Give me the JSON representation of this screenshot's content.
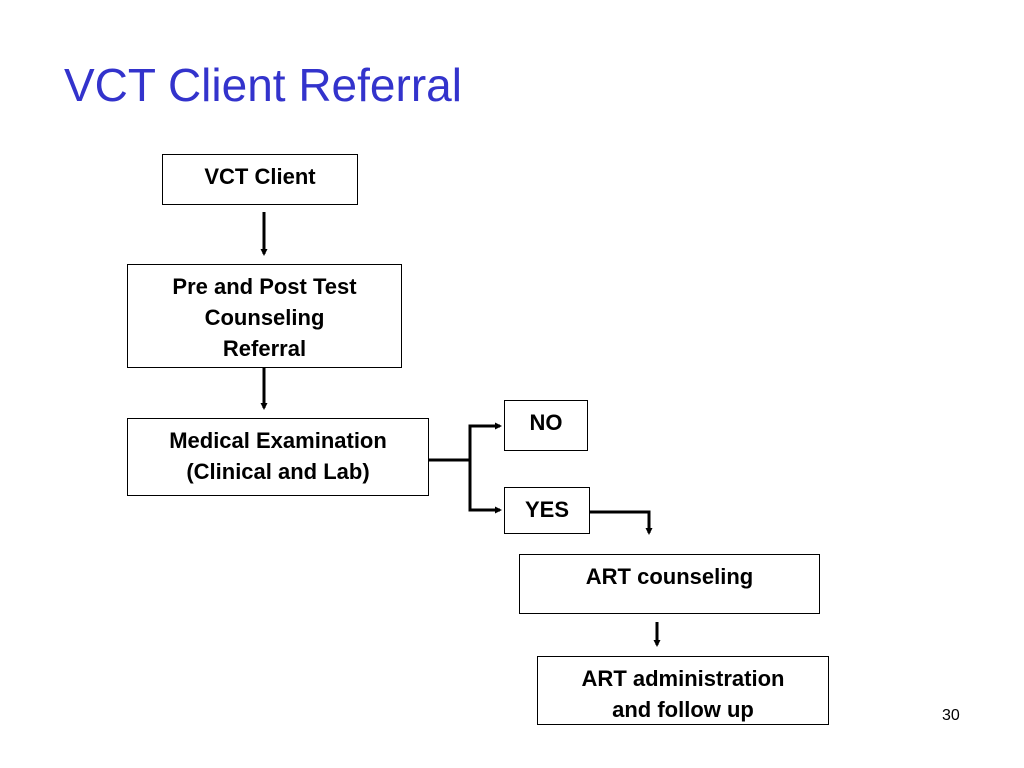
{
  "slide": {
    "title": "VCT Client Referral",
    "page_number": "30"
  },
  "flowchart": {
    "vct_client": "VCT Client",
    "counseling": [
      "Pre and Post Test",
      "Counseling",
      "Referral"
    ],
    "medical_exam": [
      "Medical Examination",
      "(Clinical and Lab)"
    ],
    "no": "NO",
    "yes": "YES",
    "art_counseling": "ART counseling",
    "art_administration": [
      "ART administration",
      "and follow up"
    ]
  }
}
